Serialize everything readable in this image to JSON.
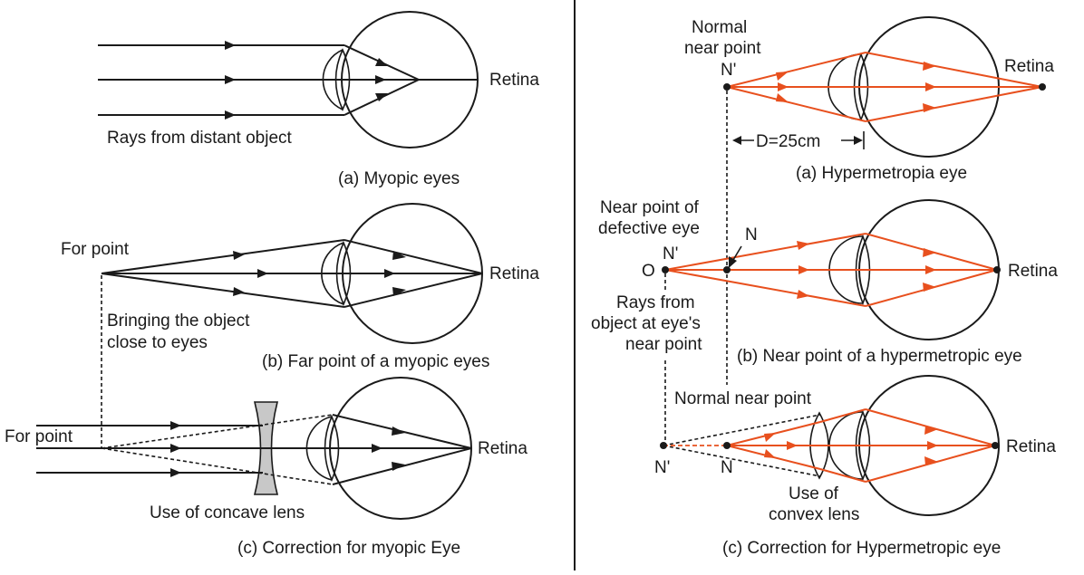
{
  "left": {
    "a": {
      "retina": "Retina",
      "rays_label": "Rays from distant object",
      "caption": "(a) Myopic eyes"
    },
    "b": {
      "far_point": "For point",
      "retina": "Retina",
      "bring_line1": "Bringing the object",
      "bring_line2": "close to eyes",
      "caption": "(b) Far point of a myopic eyes"
    },
    "c": {
      "far_point": "For point",
      "retina": "Retina",
      "lens_label": "Use of concave lens",
      "caption": "(c) Correction for myopic Eye"
    }
  },
  "right": {
    "a": {
      "normal_line1": "Normal",
      "normal_line2": "near point",
      "n_prime": "N'",
      "retina": "Retina",
      "distance": "D=25cm",
      "caption": "(a) Hypermetropia eye"
    },
    "b": {
      "near_line1": "Near point of",
      "near_line2": "defective eye",
      "n": "N",
      "o": "O",
      "n_prime": "N'",
      "retina": "Retina",
      "rays_line1": "Rays from",
      "rays_line2": "object at eye's",
      "rays_line3": "near point",
      "caption": "(b) Near point of a hypermetropic eye"
    },
    "c": {
      "normal_near": "Normal near point",
      "n_prime": "N'",
      "n": "N",
      "retina": "Retina",
      "lens_line1": "Use of",
      "lens_line2": "convex lens",
      "caption": "(c) Correction for Hypermetropic eye"
    }
  },
  "colors": {
    "ray_black": "#1a1a1a",
    "ray_orange": "#e8501e",
    "lens_fill": "#c8c8c8"
  }
}
